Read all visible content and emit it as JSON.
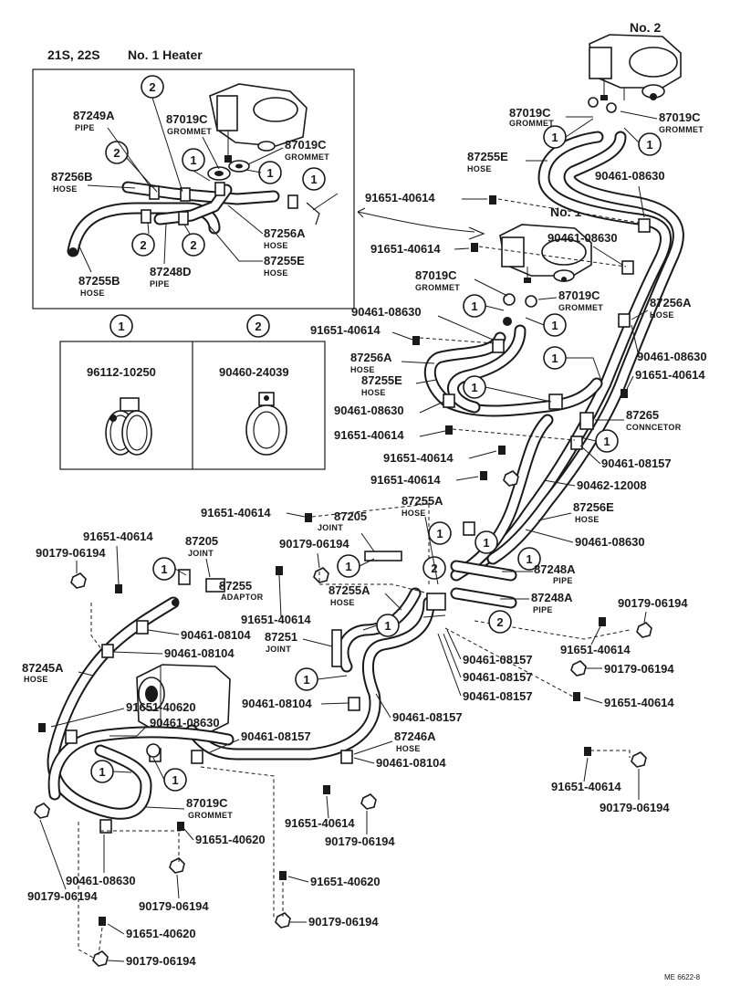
{
  "inset": {
    "variant": "21S, 22S",
    "heater_title": "No. 1 Heater",
    "parts": [
      {
        "num": "87249A",
        "desc": "PIPE"
      },
      {
        "num": "87019C",
        "desc": "GROMMET"
      },
      {
        "num": "87019C",
        "desc": "GROMMET"
      },
      {
        "num": "87256B",
        "desc": "HOSE"
      },
      {
        "num": "87256A",
        "desc": "HOSE"
      },
      {
        "num": "87255E",
        "desc": "HOSE"
      },
      {
        "num": "87255B",
        "desc": "HOSE"
      },
      {
        "num": "87248D",
        "desc": "PIPE"
      }
    ]
  },
  "clamp_legend": {
    "key1": "1",
    "key2": "2",
    "part1": "96112-10250",
    "part2": "90460-24039"
  },
  "heaters": {
    "no2": "No. 2",
    "no1": "No. 1"
  },
  "callouts": {
    "one": "1",
    "two": "2"
  },
  "labels": [
    {
      "id": "r1",
      "num": "87019C",
      "desc": "GROMMET"
    },
    {
      "id": "r2",
      "num": "87019C",
      "desc": "GROMMET"
    },
    {
      "id": "r3",
      "num": "87255E",
      "desc": "HOSE"
    },
    {
      "id": "r4",
      "num": "90461-08630",
      "desc": ""
    },
    {
      "id": "r5",
      "num": "91651-40614",
      "desc": ""
    },
    {
      "id": "r6",
      "num": "90461-08630",
      "desc": ""
    },
    {
      "id": "r7",
      "num": "91651-40614",
      "desc": ""
    },
    {
      "id": "r8",
      "num": "87019C",
      "desc": "GROMMET"
    },
    {
      "id": "r9",
      "num": "87019C",
      "desc": "GROMMET"
    },
    {
      "id": "r10",
      "num": "87256A",
      "desc": "HOSE"
    },
    {
      "id": "r11",
      "num": "90461-08630",
      "desc": ""
    },
    {
      "id": "r12",
      "num": "91651-40614",
      "desc": ""
    },
    {
      "id": "r13",
      "num": "87256A",
      "desc": "HOSE"
    },
    {
      "id": "r14",
      "num": "87255E",
      "desc": "HOSE"
    },
    {
      "id": "r15",
      "num": "90461-08630",
      "desc": ""
    },
    {
      "id": "r16",
      "num": "91651-40614",
      "desc": ""
    },
    {
      "id": "r17",
      "num": "90461-08630",
      "desc": ""
    },
    {
      "id": "r18",
      "num": "91651-40614",
      "desc": ""
    },
    {
      "id": "r19",
      "num": "87265",
      "desc": "CONNCETOR"
    },
    {
      "id": "r20",
      "num": "91651-40614",
      "desc": ""
    },
    {
      "id": "r21",
      "num": "90461-08157",
      "desc": ""
    },
    {
      "id": "r22",
      "num": "91651-40614",
      "desc": ""
    },
    {
      "id": "r23",
      "num": "90462-12008",
      "desc": ""
    },
    {
      "id": "r24",
      "num": "87255A",
      "desc": "HOSE"
    },
    {
      "id": "r25",
      "num": "87256E",
      "desc": "HOSE"
    },
    {
      "id": "r26",
      "num": "91651-40614",
      "desc": ""
    },
    {
      "id": "r27",
      "num": "87205",
      "desc": "JOINT"
    },
    {
      "id": "r28",
      "num": "90461-08630",
      "desc": ""
    },
    {
      "id": "r29",
      "num": "91651-40614",
      "desc": ""
    },
    {
      "id": "r30",
      "num": "87205",
      "desc": "JOINT"
    },
    {
      "id": "r31",
      "num": "90179-06194",
      "desc": ""
    },
    {
      "id": "r32",
      "num": "90179-06194",
      "desc": ""
    },
    {
      "id": "r33",
      "num": "87248A",
      "desc": "PIPE"
    },
    {
      "id": "r34",
      "num": "87255",
      "desc": "ADAPTOR"
    },
    {
      "id": "r35",
      "num": "91651-40614",
      "desc": ""
    },
    {
      "id": "r36",
      "num": "87255A",
      "desc": "HOSE"
    },
    {
      "id": "r37",
      "num": "87248A",
      "desc": "PIPE"
    },
    {
      "id": "r38",
      "num": "90179-06194",
      "desc": ""
    },
    {
      "id": "r39",
      "num": "90461-08104",
      "desc": ""
    },
    {
      "id": "r40",
      "num": "87251",
      "desc": "JOINT"
    },
    {
      "id": "r41",
      "num": "90461-08104",
      "desc": ""
    },
    {
      "id": "r42",
      "num": "91651-40614",
      "desc": ""
    },
    {
      "id": "r43",
      "num": "90461-08157",
      "desc": ""
    },
    {
      "id": "r44",
      "num": "87245A",
      "desc": "HOSE"
    },
    {
      "id": "r45",
      "num": "90461-08157",
      "desc": ""
    },
    {
      "id": "r46",
      "num": "90179-06194",
      "desc": ""
    },
    {
      "id": "r47",
      "num": "90461-08157",
      "desc": ""
    },
    {
      "id": "r48",
      "num": "90461-08104",
      "desc": ""
    },
    {
      "id": "r49",
      "num": "91651-40614",
      "desc": ""
    },
    {
      "id": "r50",
      "num": "91651-40620",
      "desc": ""
    },
    {
      "id": "r51",
      "num": "90461-08157",
      "desc": ""
    },
    {
      "id": "r52",
      "num": "90461-08630",
      "desc": ""
    },
    {
      "id": "r53",
      "num": "90461-08157",
      "desc": ""
    },
    {
      "id": "r54",
      "num": "87246A",
      "desc": "HOSE"
    },
    {
      "id": "r55",
      "num": "90461-08104",
      "desc": ""
    },
    {
      "id": "r56",
      "num": "91651-40614",
      "desc": ""
    },
    {
      "id": "r57",
      "num": "87019C",
      "desc": "GROMMET"
    },
    {
      "id": "r58",
      "num": "91651-40614",
      "desc": ""
    },
    {
      "id": "r59",
      "num": "90179-06194",
      "desc": ""
    },
    {
      "id": "r60",
      "num": "90179-06194",
      "desc": ""
    },
    {
      "id": "r61",
      "num": "91651-40620",
      "desc": ""
    },
    {
      "id": "r62",
      "num": "90461-08630",
      "desc": ""
    },
    {
      "id": "r63",
      "num": "90179-06194",
      "desc": ""
    },
    {
      "id": "r64",
      "num": "90179-06194",
      "desc": ""
    },
    {
      "id": "r65",
      "num": "91651-40620",
      "desc": ""
    },
    {
      "id": "r66",
      "num": "90179-06194",
      "desc": ""
    },
    {
      "id": "r67",
      "num": "91651-40620",
      "desc": ""
    },
    {
      "id": "r68",
      "num": "90179-06194",
      "desc": ""
    }
  ],
  "figure_code": "ME 6622-8"
}
